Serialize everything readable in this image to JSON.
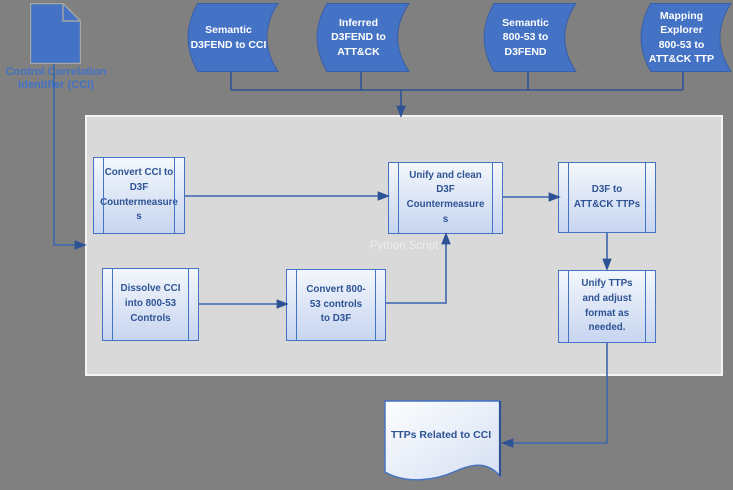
{
  "diagram": {
    "source_document": {
      "label": "Control Correlation\nIdentifier (CCI)"
    },
    "data_stores": [
      {
        "label": "Semantic\nD3FEND to CCI"
      },
      {
        "label": "Inferred\nD3FEND to\nATT&CK"
      },
      {
        "label": "Semantic\n800-53 to\nD3FEND"
      },
      {
        "label": "Mapping\nExplorer\n800-53 to\nATT&CK TTP"
      }
    ],
    "script_container": {
      "label": "Python Script"
    },
    "steps": [
      {
        "label": "Convert CCI to\nD3F\nCountermeasure\ns"
      },
      {
        "label": "Dissolve CCI\ninto 800-53\nControls"
      },
      {
        "label": "Convert 800-\n53 controls\nto D3F"
      },
      {
        "label": "Unify and clean\nD3F\nCountermeasure\ns"
      },
      {
        "label": "D3F to\nATT&CK TTPs"
      },
      {
        "label": "Unify TTPs\nand adjust\nformat as\nneeded."
      }
    ],
    "output_document": {
      "label": "TTPs Related to CCI"
    }
  },
  "colors": {
    "background": "#808080",
    "shape_blue": "#4472C4",
    "text_dark_blue": "#2E5395",
    "panel_gray": "#D9D9D9",
    "connector_blue": "#3A66B0",
    "panel_label_light": "#EDEDED"
  }
}
